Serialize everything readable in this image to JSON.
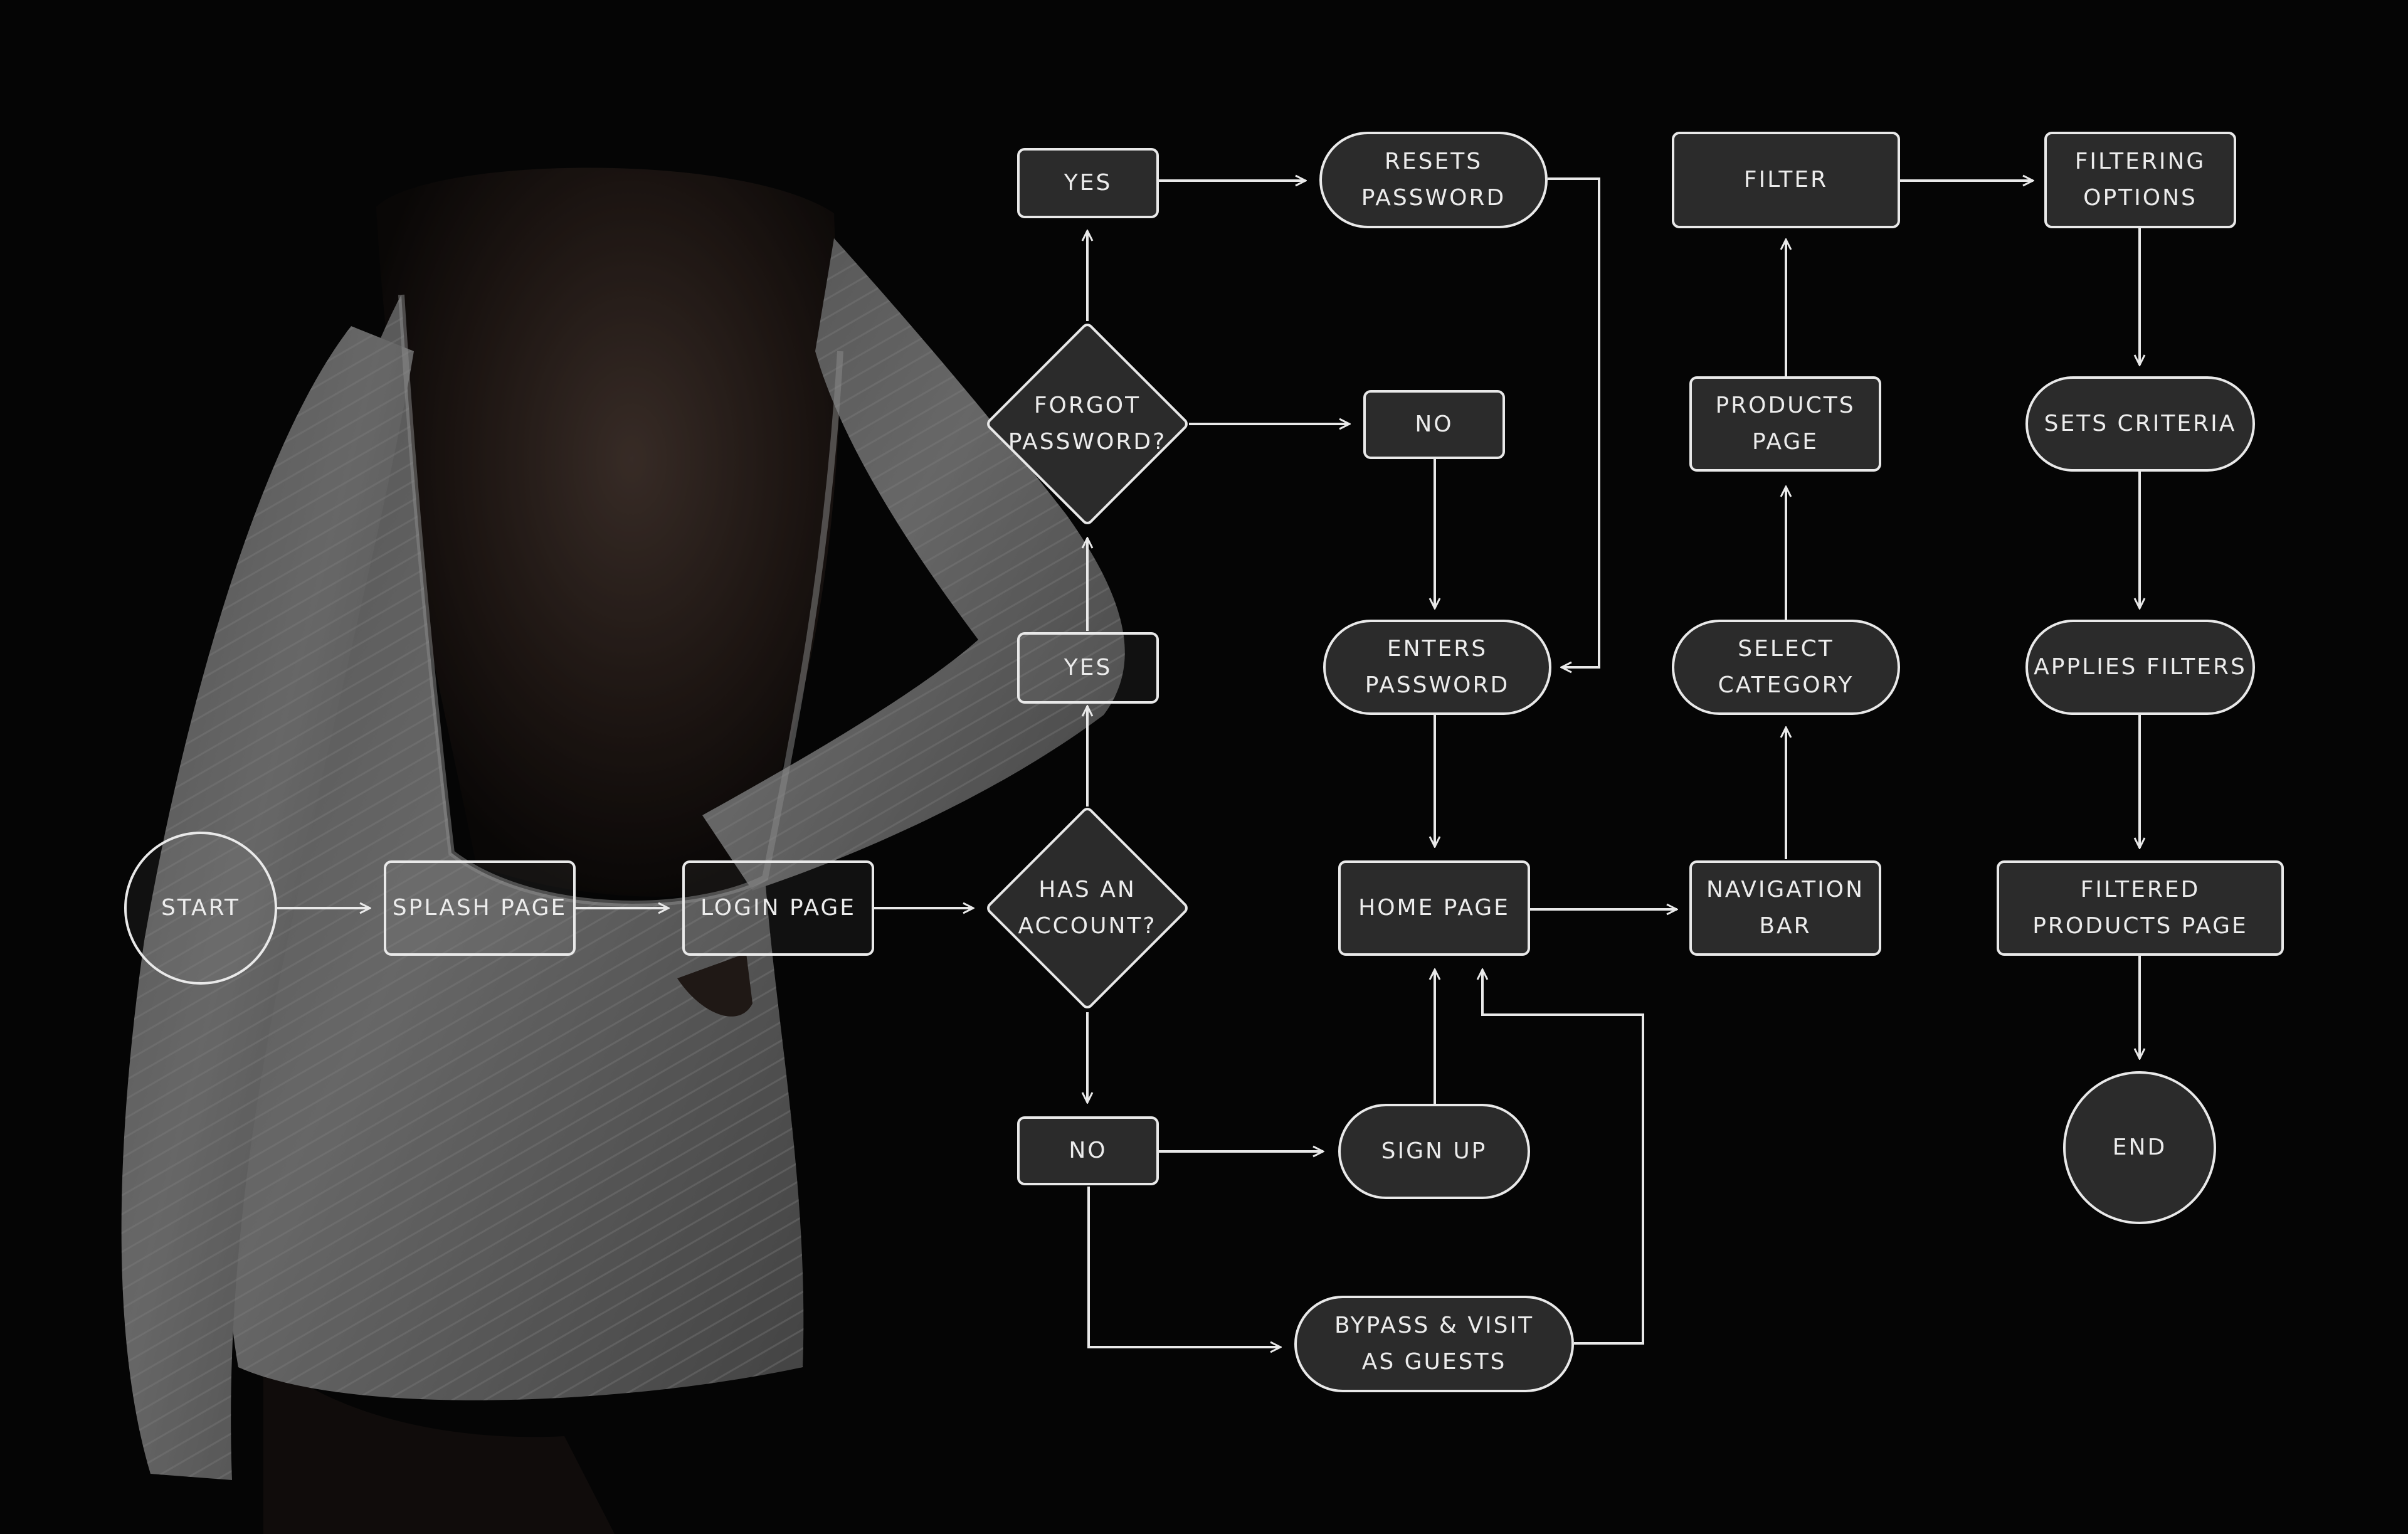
{
  "nodes": {
    "start": "START",
    "splash": "SPLASH PAGE",
    "login": "LOGIN PAGE",
    "has_account": "HAS AN\nACCOUNT?",
    "yes_account": "YES",
    "no_account": "NO",
    "forgot": "FORGOT\nPASSWORD?",
    "yes_forgot": "YES",
    "no_forgot": "NO",
    "resets": "RESETS\nPASSWORD",
    "enters": "ENTERS\nPASSWORD",
    "home": "HOME PAGE",
    "signup": "SIGN UP",
    "bypass": "BYPASS & VISIT\nAS GUESTS",
    "navbar": "NAVIGATION\nBAR",
    "select_cat": "SELECT\nCATEGORY",
    "products": "PRODUCTS\nPAGE",
    "filter": "FILTER",
    "filter_opts": "FILTERING\nOPTIONS",
    "sets": "SETS CRITERIA",
    "applies": "APPLIES FILTERS",
    "filtered": "FILTERED\nPRODUCTS PAGE",
    "end": "END"
  },
  "colors": {
    "background": "#070707",
    "node_fill": "#2b2b2b",
    "stroke": "#e9e9e9",
    "text": "#ececec"
  }
}
